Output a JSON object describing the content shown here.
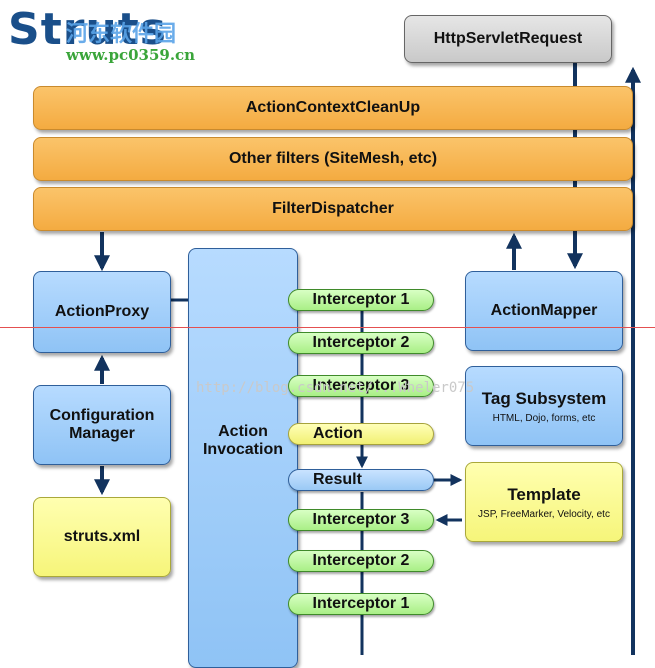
{
  "logo": {
    "text": "Struts"
  },
  "watermark": {
    "site_name": "河东软件园",
    "url": "www.pc0359.cn",
    "faint_url": "http://blog.csdn.net/...Wheler075"
  },
  "filters": {
    "cleanup": "ActionContextCleanUp",
    "other": "Other filters (SiteMesh, etc)",
    "dispatcher": "FilterDispatcher"
  },
  "request": "HttpServletRequest",
  "left": {
    "proxy": "ActionProxy",
    "config_line1": "Configuration",
    "config_line2": "Manager",
    "struts_xml": "struts.xml"
  },
  "invocation": {
    "line1": "Action",
    "line2": "Invocation"
  },
  "chain": {
    "i1_top": "Interceptor 1",
    "i2_top": "Interceptor 2",
    "i3_top": "Interceptor 3",
    "action": "Action",
    "result": "Result",
    "i3_bottom": "Interceptor 3",
    "i2_bottom": "Interceptor 2",
    "i1_bottom": "Interceptor 1"
  },
  "right": {
    "mapper": "ActionMapper",
    "tag_title": "Tag Subsystem",
    "tag_sub": "HTML, Dojo, forms, etc",
    "template_title": "Template",
    "template_sub": "JSP, FreeMarker, Velocity, etc"
  },
  "colors": {
    "orange": "#f4ab41",
    "blue": "#8fc3f5",
    "yellow": "#f6f57a",
    "green": "#a9ef86",
    "arrow": "#12335e"
  }
}
